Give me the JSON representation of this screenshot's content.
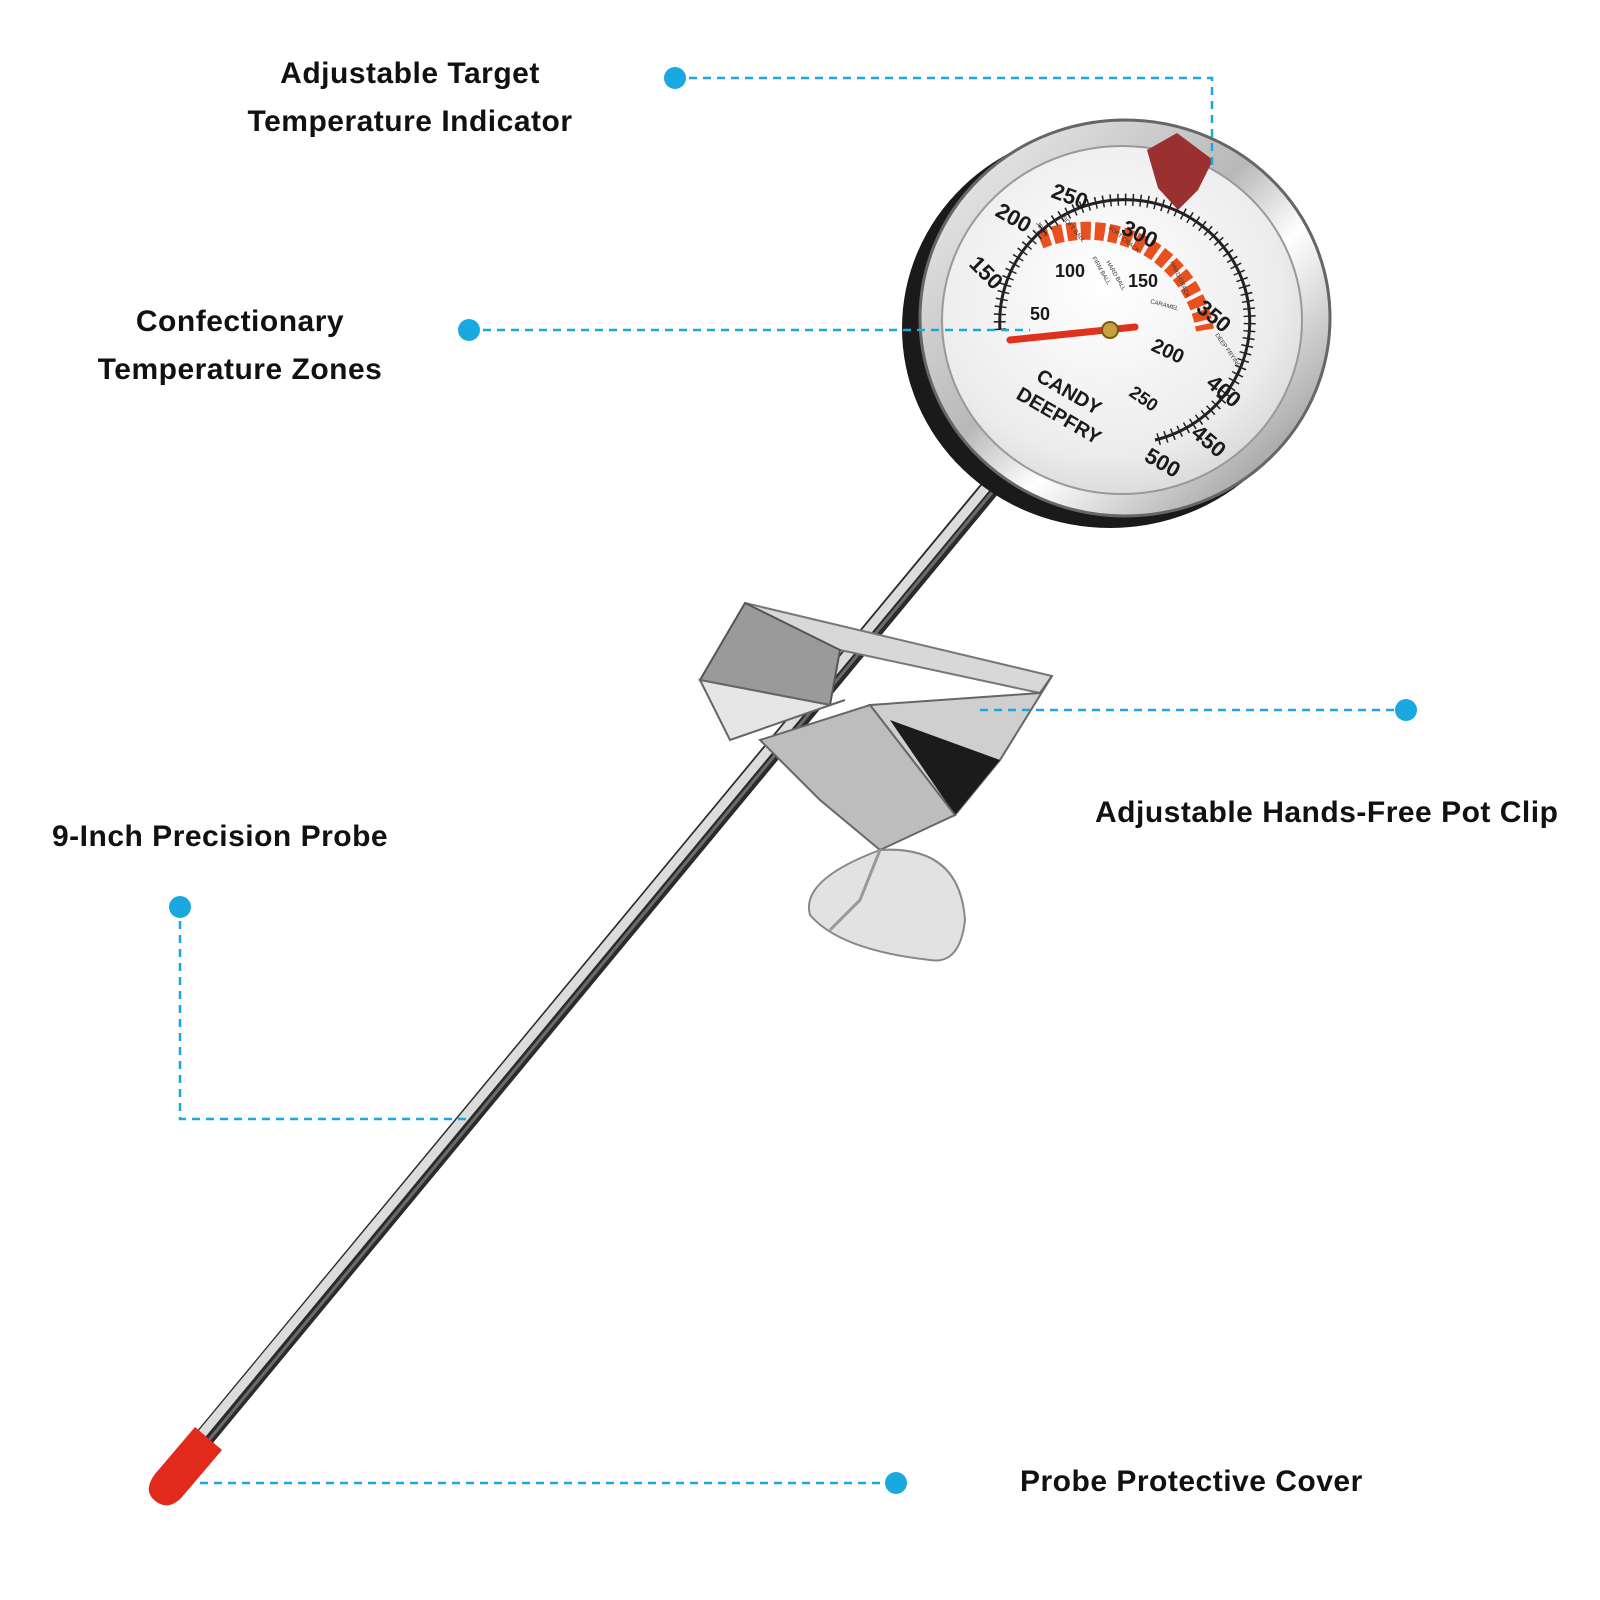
{
  "callouts": {
    "target_indicator": {
      "line1": "Adjustable Target",
      "line2": "Temperature Indicator"
    },
    "temp_zones": {
      "line1": "Confectionary",
      "line2": "Temperature Zones"
    },
    "probe": {
      "label": "9-Inch Precision Probe"
    },
    "pot_clip": {
      "label": "Adjustable Hands-Free Pot Clip"
    },
    "cover": {
      "label": "Probe Protective Cover"
    }
  },
  "dial": {
    "outer_scale": [
      "150",
      "200",
      "250",
      "300",
      "350",
      "400",
      "450",
      "500"
    ],
    "inner_scale": [
      "50",
      "100",
      "150",
      "200",
      "250"
    ],
    "brand_line1": "CANDY",
    "brand_line2": "DEEPFRY",
    "zones": [
      "JELLY",
      "SOFT BALL",
      "FIRM BALL",
      "HARD BALL",
      "SOFT CRACK",
      "HARD CRACK",
      "CARAMEL",
      "DEEP FRYING"
    ]
  },
  "colors": {
    "callout": "#1aa8e0",
    "needle": "#e0301e",
    "zone_band": "#e8501e",
    "cover": "#e12a1c",
    "indicator": "#9b3030"
  }
}
